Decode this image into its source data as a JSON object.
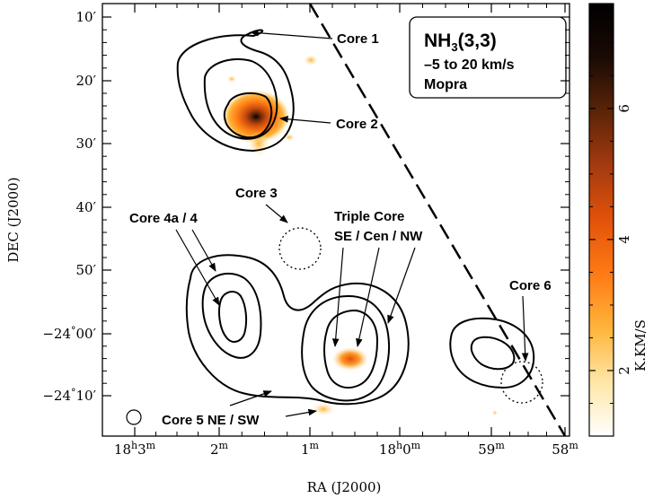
{
  "chart_data": {
    "type": "heatmap",
    "xlabel": "RA (J2000)",
    "ylabel": "DEC (J2000)",
    "x_ticks": [
      {
        "h": "18",
        "m": "3"
      },
      {
        "m": "2"
      },
      {
        "m": "1"
      },
      {
        "h": "18",
        "m": "0"
      },
      {
        "m": "59"
      },
      {
        "m": "58"
      }
    ],
    "y_ticks": [
      {
        "label": "10′"
      },
      {
        "label": "20′"
      },
      {
        "label": "30′"
      },
      {
        "label": "40′"
      },
      {
        "label": "50′"
      },
      {
        "label": "−24°00′",
        "deg": "−24",
        "min": "00′"
      },
      {
        "label": "−24°10′",
        "deg": "−24",
        "min": "10′"
      }
    ],
    "colorbar": {
      "label": "K.KM/S",
      "ticks": [
        "2",
        "4",
        "6"
      ],
      "range": [
        1,
        7.6
      ],
      "colors": [
        "#ffffff",
        "#ffe6a6",
        "#ffb43a",
        "#ff7a14",
        "#e2520a",
        "#a43a10",
        "#5c2408",
        "#1a0a04",
        "#000000"
      ]
    },
    "legend": {
      "line1": "NH",
      "line1_sub": "3",
      "line1_rest": "(3,3)",
      "line2": "–5 to 20 km/s",
      "line3": "Mopra"
    },
    "annotations": [
      {
        "name": "core-1",
        "text": "Core 1"
      },
      {
        "name": "core-2",
        "text": "Core 2"
      },
      {
        "name": "core-3",
        "text": "Core 3"
      },
      {
        "name": "core-4",
        "text": "Core 4a / 4"
      },
      {
        "name": "triple-core-1",
        "text": "Triple Core"
      },
      {
        "name": "triple-core-2",
        "text": "SE / Cen / NW"
      },
      {
        "name": "core-6",
        "text": "Core 6"
      },
      {
        "name": "core-5",
        "text": "Core 5 NE / SW"
      }
    ]
  }
}
